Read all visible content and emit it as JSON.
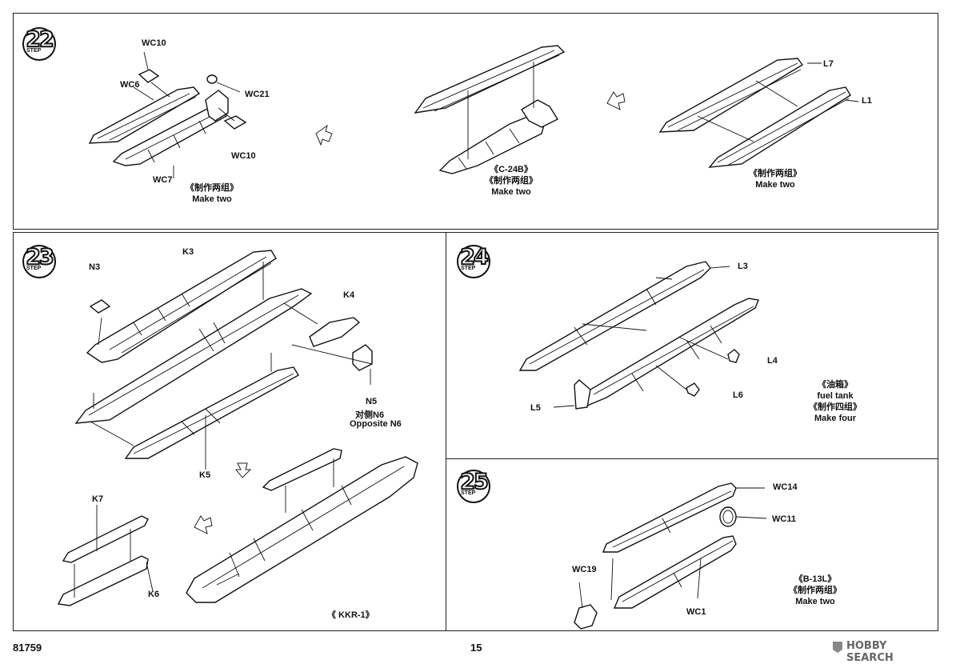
{
  "page_number": "15",
  "kit_number": "81759",
  "watermark": "HOBBY SEARCH",
  "step_word": "STEP",
  "steps": [
    {
      "number": "22",
      "groups": [
        {
          "labels": {
            "a": "WC10",
            "b": "WC6",
            "c": "WC21",
            "d": "WC10",
            "e": "WC7"
          },
          "caption": {
            "line1": "《制作两组》",
            "line2": "Make two"
          }
        },
        {
          "caption": {
            "line0": "《C-24B》",
            "line1": "《制作两组》",
            "line2": "Make two"
          }
        },
        {
          "labels": {
            "a": "L7",
            "b": "L1"
          },
          "caption": {
            "line1": "《制作两组》",
            "line2": "Make two"
          }
        }
      ]
    },
    {
      "number": "23",
      "labels": {
        "k3": "K3",
        "n3": "N3",
        "k4": "K4",
        "n5": "N5",
        "n6": "对侧N6",
        "opp": "Opposite N6",
        "k5": "K5",
        "k7": "K7",
        "k6": "K6",
        "kkr": "《 KKR-1》"
      }
    },
    {
      "number": "24",
      "labels": {
        "l3": "L3",
        "l4": "L4",
        "l6": "L6",
        "l5": "L5"
      },
      "caption": {
        "line1": "《油箱》",
        "line2": "fuel tank",
        "line3": "《制作四组》",
        "line4": "Make four"
      }
    },
    {
      "number": "25",
      "labels": {
        "wc14": "WC14",
        "wc11": "WC11",
        "wc19": "WC19",
        "wc1": "WC1"
      },
      "caption": {
        "line1": "《B-13L》",
        "line2": "《制作两组》",
        "line3": "Make two"
      }
    }
  ]
}
